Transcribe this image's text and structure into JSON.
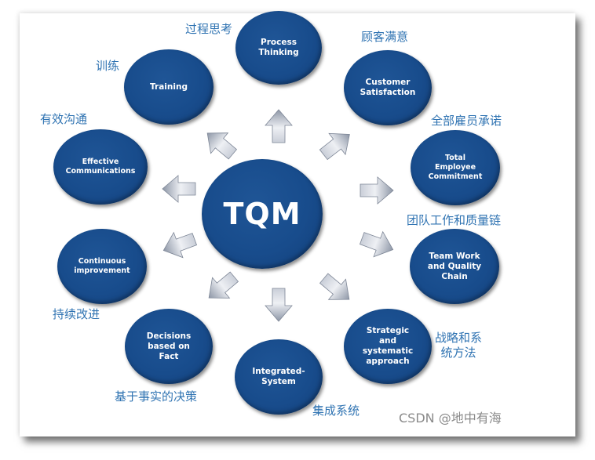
{
  "diagram": {
    "center": {
      "label": "TQM"
    },
    "nodes": [
      {
        "id": "process-thinking",
        "label": "Process\nThinking",
        "cn": "过程思考"
      },
      {
        "id": "customer-satisfaction",
        "label": "Customer\nSatisfaction",
        "cn": "顾客满意"
      },
      {
        "id": "total-employee-commitment",
        "label": "Total\nEmployee\nCommitment",
        "cn": "全部雇员承诺"
      },
      {
        "id": "team-work-quality-chain",
        "label": "Team Work\nand Quality\nChain",
        "cn": "团队工作和质量链"
      },
      {
        "id": "strategic-systematic-approach",
        "label": "Strategic\nand\nsystematic\napproach",
        "cn": "战略和系\n统方法"
      },
      {
        "id": "integrated-system",
        "label": "Integrated-\nSystem",
        "cn": "集成系统"
      },
      {
        "id": "decisions-based-on-fact",
        "label": "Decisions\nbased on\nFact",
        "cn": "基于事实的决策"
      },
      {
        "id": "continuous-improvement",
        "label": "Continuous\nimprovement",
        "cn": "持续改进"
      },
      {
        "id": "effective-communications",
        "label": "Effective\nCommunications",
        "cn": "有效沟通"
      },
      {
        "id": "training",
        "label": "Training",
        "cn": "训练"
      }
    ],
    "colors": {
      "node_fill": "#184c8c",
      "cn_label": "#2f73b2",
      "arrow_fill": "#a9b1bf",
      "watermark": "#8a8a8a"
    }
  },
  "watermark": "CSDN @地中有海"
}
